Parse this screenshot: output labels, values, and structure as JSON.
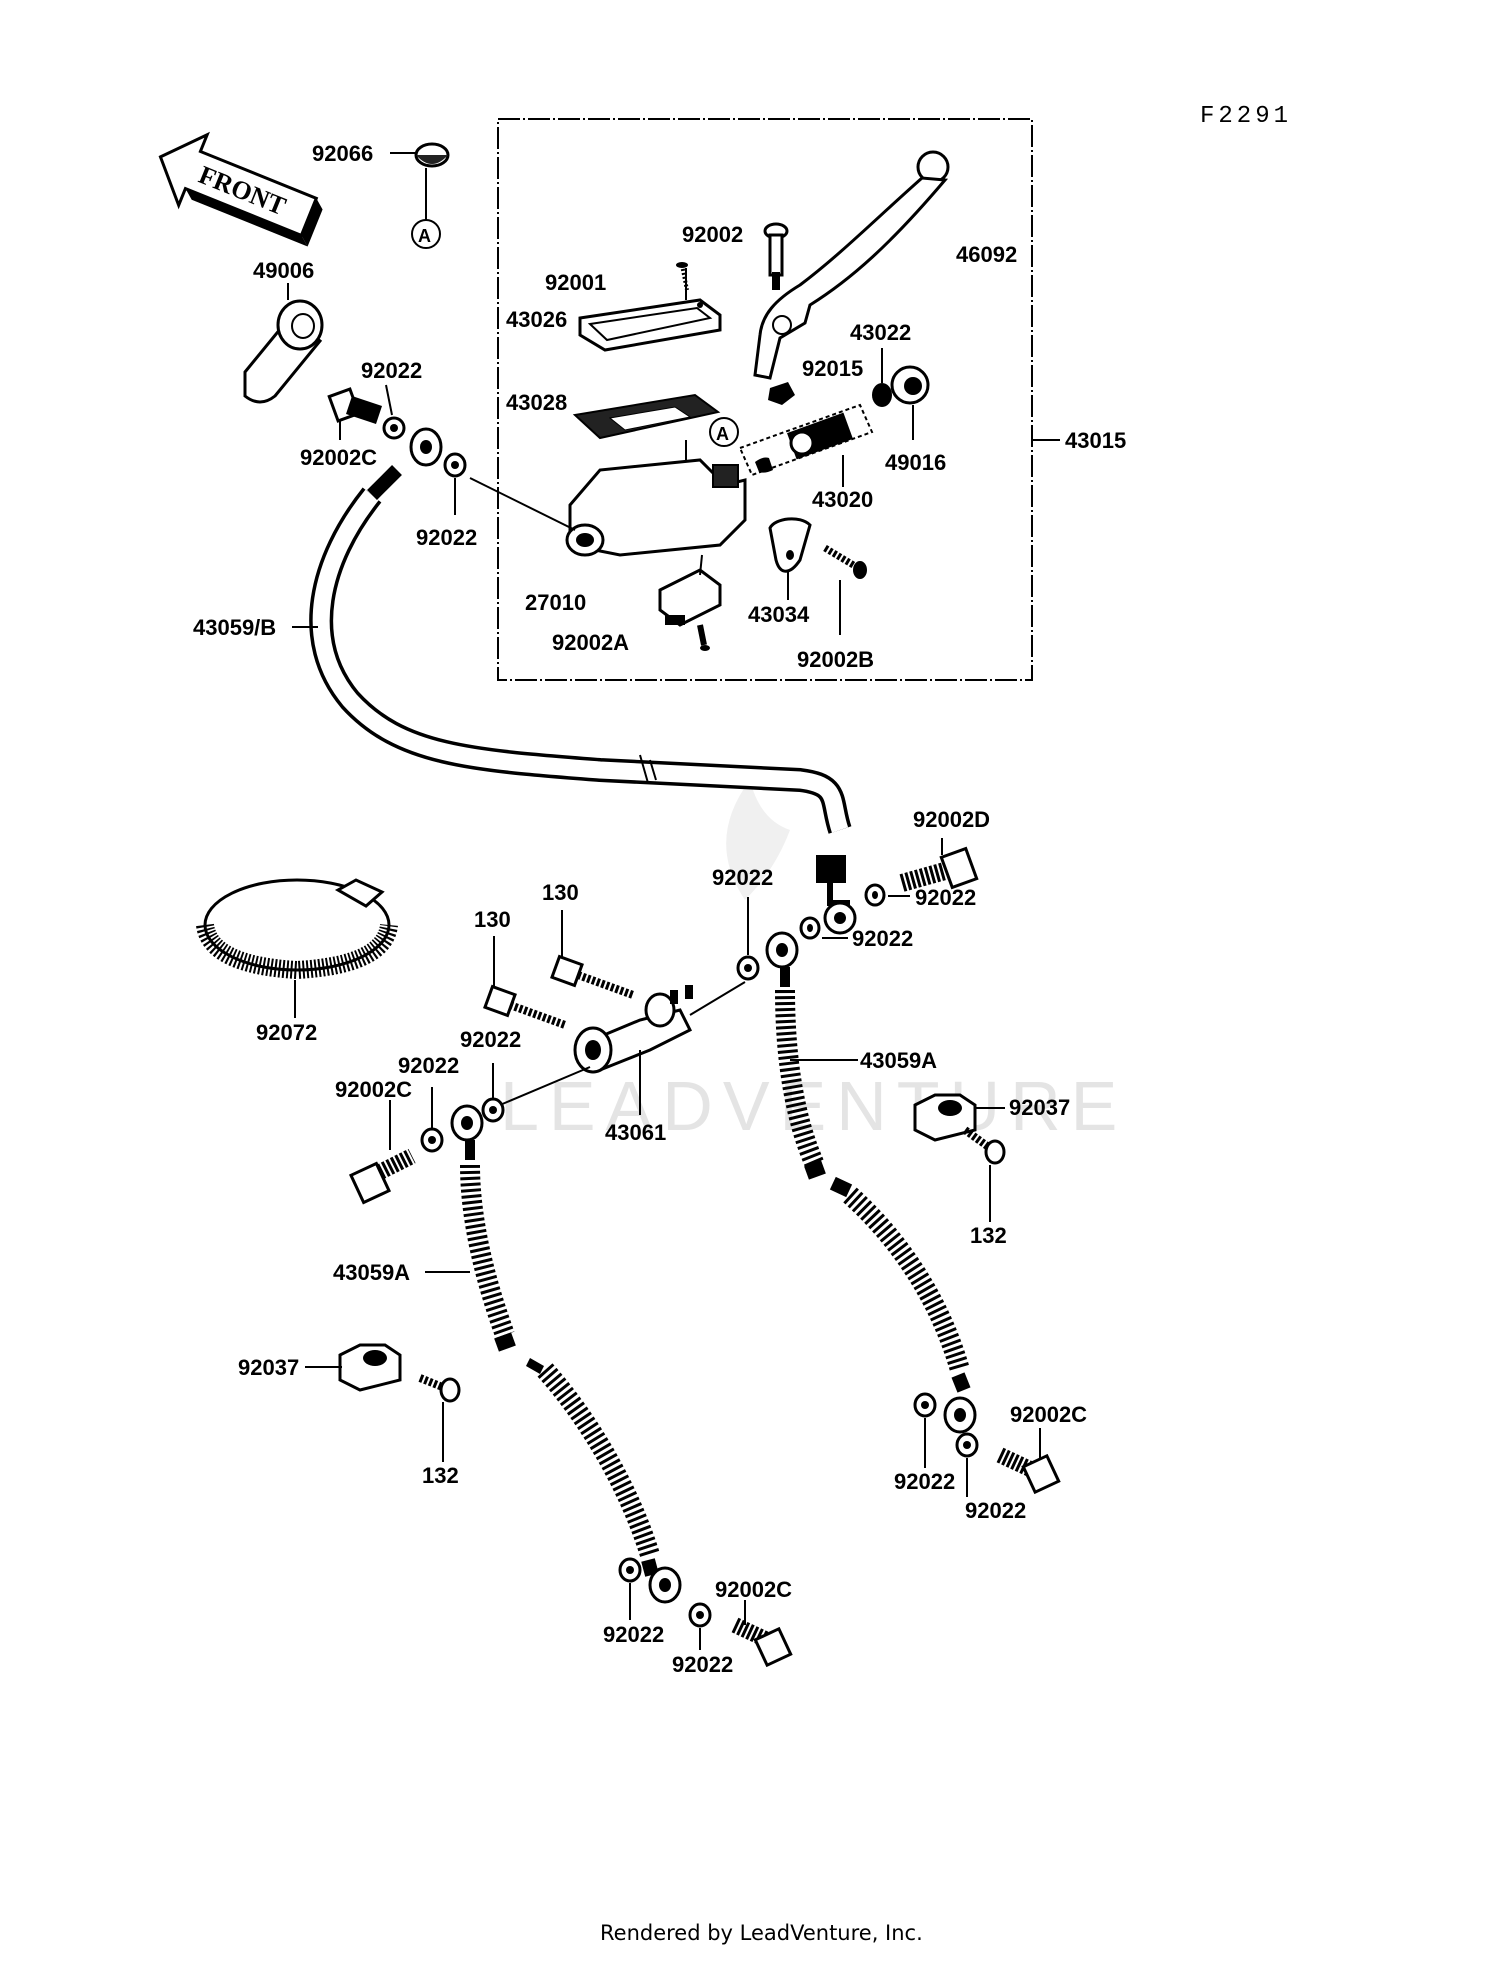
{
  "figure_code": "F2291",
  "front_label": "FRONT",
  "ref_marker": "A",
  "footer": "Rendered by LeadVenture, Inc.",
  "watermark": "LEADVENTURE",
  "labels": {
    "p92066": "92066",
    "p49006": "49006",
    "p92022_a": "92022",
    "p92002C_a": "92002C",
    "p92022_b": "92022",
    "p43059B": "43059/B",
    "p92002": "92002",
    "p92001": "92001",
    "p43026": "43026",
    "p43028": "43028",
    "p46092": "46092",
    "p43022": "43022",
    "p92015": "92015",
    "p49016": "49016",
    "p43020": "43020",
    "p43015": "43015",
    "p27010": "27010",
    "p92002A": "92002A",
    "p43034": "43034",
    "p92002B": "92002B",
    "p92002D": "92002D",
    "p92022_c": "92022",
    "p92022_d": "92022",
    "p92022_e": "92022",
    "p130_a": "130",
    "p130_b": "130",
    "p92072": "92072",
    "p92022_f": "92022",
    "p92022_g": "92022",
    "p92002C_b": "92002C",
    "p43061": "43061",
    "p43059A_a": "43059A",
    "p92037_a": "92037",
    "p132_a": "132",
    "p43059A_b": "43059A",
    "p92037_b": "92037",
    "p132_b": "132",
    "p92002C_c": "92002C",
    "p92022_h": "92022",
    "p92022_i": "92022",
    "p92022_j": "92022",
    "p92002C_d": "92002C",
    "p92022_k": "92022"
  }
}
